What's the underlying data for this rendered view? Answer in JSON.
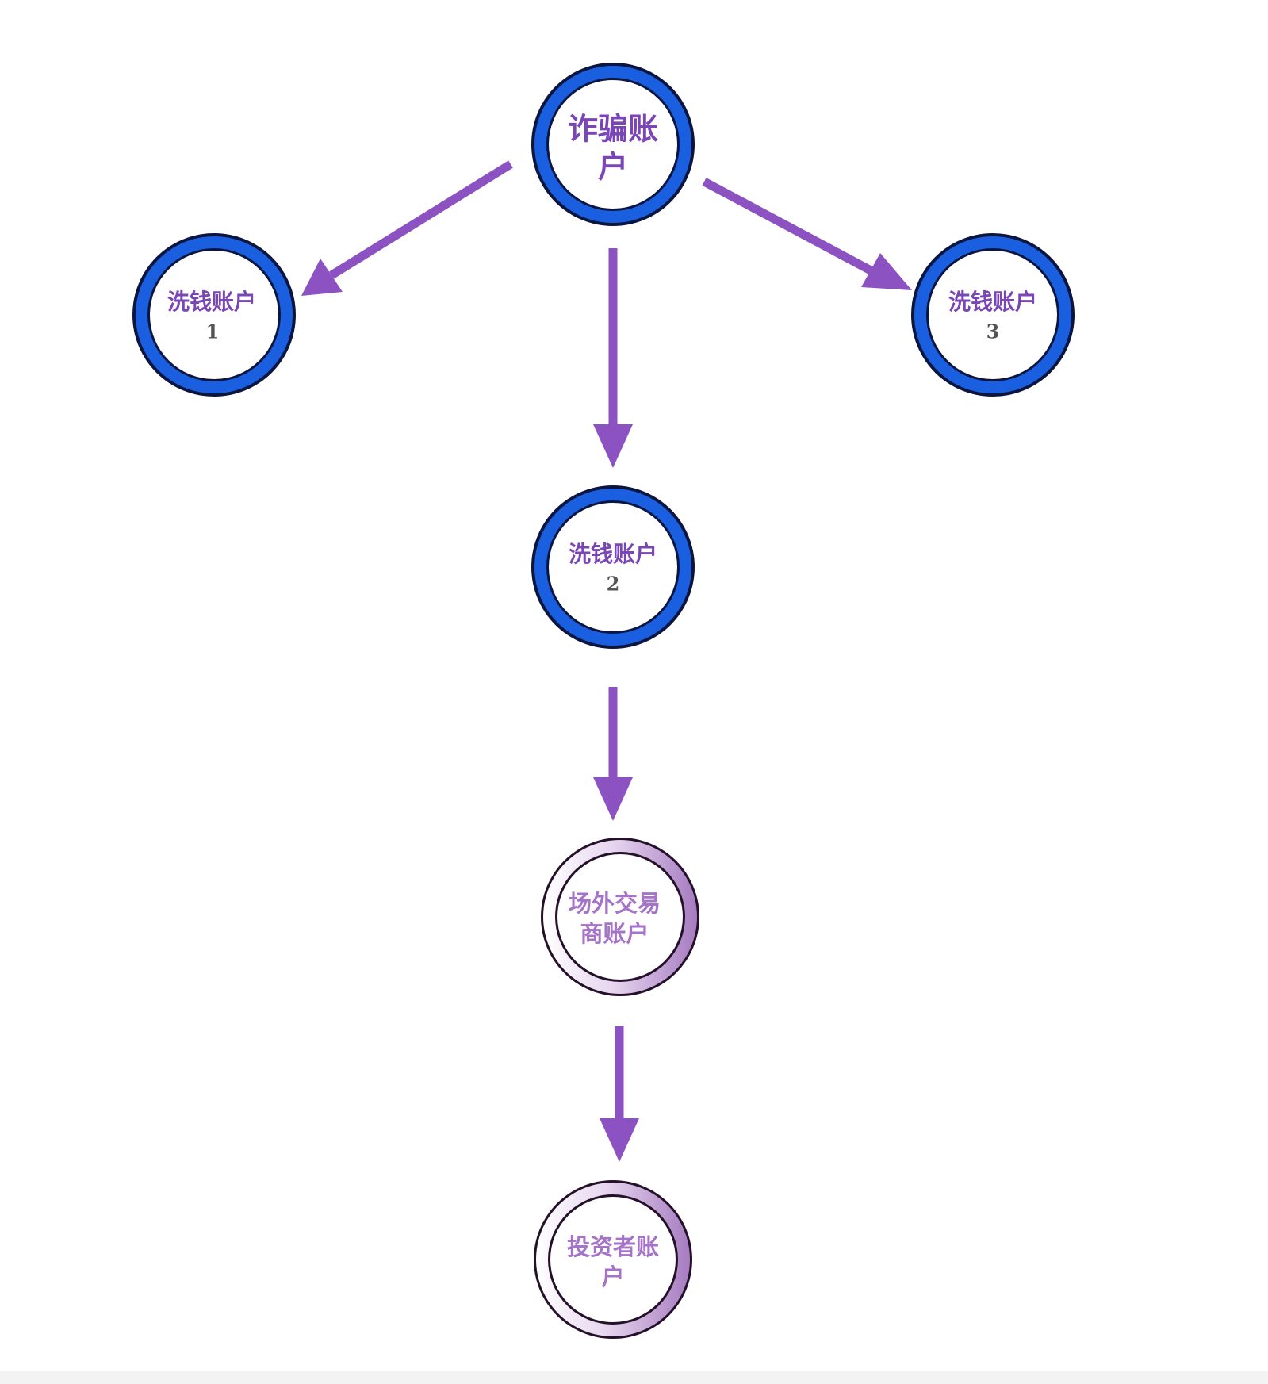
{
  "colors": {
    "arrow": "#8c52c2",
    "ring_blue": "#1a5fe0",
    "ring_outline": "#0b1640",
    "label_purple": "#7a45b5",
    "number_gray": "#555555",
    "ring_lilac": "#a67cc0",
    "label_lilac": "#a573c8"
  },
  "nodes": {
    "fraud": {
      "line1": "诈骗账",
      "line2": "户"
    },
    "launder1": {
      "line1": "洗钱账户",
      "line2": "1"
    },
    "launder2": {
      "line1": "洗钱账户",
      "line2": "2"
    },
    "launder3": {
      "line1": "洗钱账户",
      "line2": "3"
    },
    "otc": {
      "line1": "场外交易",
      "line2": "商账户"
    },
    "investor": {
      "line1": "投资者账",
      "line2": "户"
    }
  },
  "edges": [
    {
      "from": "fraud",
      "to": "launder1"
    },
    {
      "from": "fraud",
      "to": "launder2"
    },
    {
      "from": "fraud",
      "to": "launder3"
    },
    {
      "from": "launder2",
      "to": "otc"
    },
    {
      "from": "otc",
      "to": "investor"
    }
  ]
}
